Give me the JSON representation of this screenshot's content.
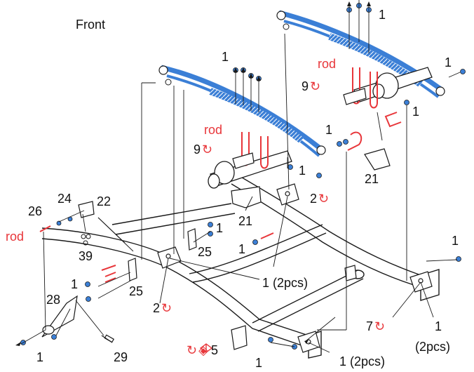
{
  "title": "Front",
  "accent_color": "#e8363a",
  "line_color": "#1a1a1a",
  "spring_color": "#3b7fd6",
  "callouts": {
    "c1_top_right": "1",
    "c1_far_right": "1",
    "c1_right_mid": "1",
    "rod_right": "rod",
    "c9_right": "9",
    "c1_left_top": "1",
    "rod_left": "rod",
    "c9_left": "9",
    "c21_right": "21",
    "c1_center": "1",
    "c2_center": "2",
    "c21_center": "21",
    "c24": "24",
    "c22": "22",
    "c26": "26",
    "rod_far_left": "rod",
    "c39": "39",
    "c1_bracket": "1",
    "c25_upper": "25",
    "c1_small": "1",
    "c1_2pcs_mid": "1 (2pcs)",
    "c1_right_end": "1",
    "c1_left_mid": "1",
    "c25_lower": "25",
    "c28": "28",
    "c2_left": "2",
    "c7": "7",
    "c1_bottom_right": "1",
    "c2pcs_bottom_right": "(2pcs)",
    "c5": "5",
    "c1_bottom_left": "1",
    "c29": "29",
    "c1_bottom_center": "1",
    "c1_2pcs_bottom": "1 (2pcs)"
  },
  "icons": [
    "rotate-icon",
    "torque-mark-icon",
    "nut-icon",
    "bolt-icon",
    "u-bolt-icon",
    "leaf-spring-icon",
    "shackle-icon",
    "axle-icon",
    "frame-rail-icon"
  ]
}
